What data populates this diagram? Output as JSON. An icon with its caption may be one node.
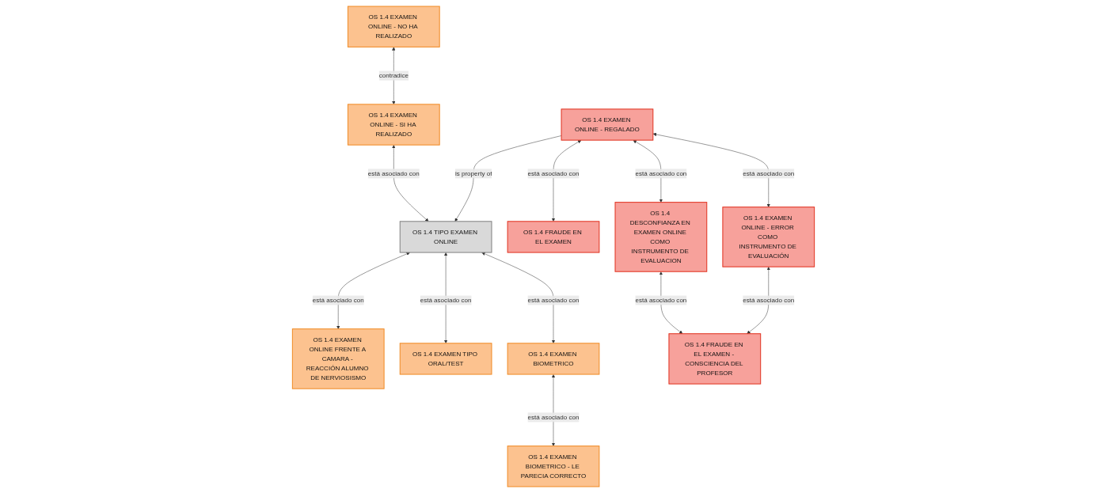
{
  "diagram": {
    "nodes": [
      {
        "text": [
          "OS 1.4 EXAMEN ONLINE - NO HA REALIZADO"
        ]
      },
      {
        "text": [
          "OS 1.4 EXAMEN ONLINE - SI HA REALIZADO"
        ]
      },
      {
        "text": [
          "OS 1.4 TIPO EXAMEN ONLINE"
        ]
      },
      {
        "text": [
          "OS 1.4 EXAMEN ONLINE - REGALADO"
        ]
      },
      {
        "text": [
          "OS 1.4 FRAUDE EN EL EXAMEN"
        ]
      },
      {
        "text": [
          "OS 1.4 EXAMEN ONLINE FRENTE A CAMARA - REACCIÓN ALUMNO DE NERVIOSISMO"
        ]
      },
      {
        "text": [
          "OS 1.4 EXAMEN TIPO ORAL/TEST"
        ]
      },
      {
        "text": [
          "OS 1.4 EXAMEN BIOMETRICO"
        ]
      },
      {
        "text": [
          "OS 1.4 DESCONFIANZA EN EXAMEN ONLINE COMO INSTRUMENTO DE EVALUACION"
        ]
      },
      {
        "text": [
          "OS 1.4 EXAMEN ONLINE - ERROR COMO INSTRUMENTO DE EVALUACIÓN"
        ]
      },
      {
        "text": [
          "OS 1.4 EXAMEN BIOMETRICO - LE PARECIA CORRECTO"
        ]
      },
      {
        "text": [
          "OS 1.4 FRAUDE EN EL EXAMEN - CONSCIENCIA DEL PROFESOR"
        ]
      }
    ],
    "edges": [
      {
        "from": 0,
        "to": 1,
        "arrow": "both",
        "label": "contradice"
      },
      {
        "from": 1,
        "to": 2,
        "arrow": "both",
        "label": "está asociado con"
      },
      {
        "from": 3,
        "to": 2,
        "arrow": "to",
        "label": "is property of"
      },
      {
        "from": 3,
        "to": 4,
        "arrow": "both",
        "label": "está asociado con"
      },
      {
        "from": 2,
        "to": 5,
        "arrow": "both",
        "label": "está asociado con"
      },
      {
        "from": 2,
        "to": 6,
        "arrow": "both",
        "label": "está asociado con"
      },
      {
        "from": 2,
        "to": 7,
        "arrow": "both",
        "label": "está asociado con"
      },
      {
        "from": 7,
        "to": 10,
        "arrow": "both",
        "label": "está asociado con"
      },
      {
        "from": 3,
        "to": 8,
        "arrow": "both",
        "label": "está asociado con"
      },
      {
        "from": 3,
        "to": 9,
        "arrow": "both",
        "label": "está asociado con"
      },
      {
        "from": 8,
        "to": 11,
        "arrow": "both",
        "label": "está asociado con"
      },
      {
        "from": 9,
        "to": 11,
        "arrow": "both",
        "label": "está asociado con"
      }
    ]
  }
}
